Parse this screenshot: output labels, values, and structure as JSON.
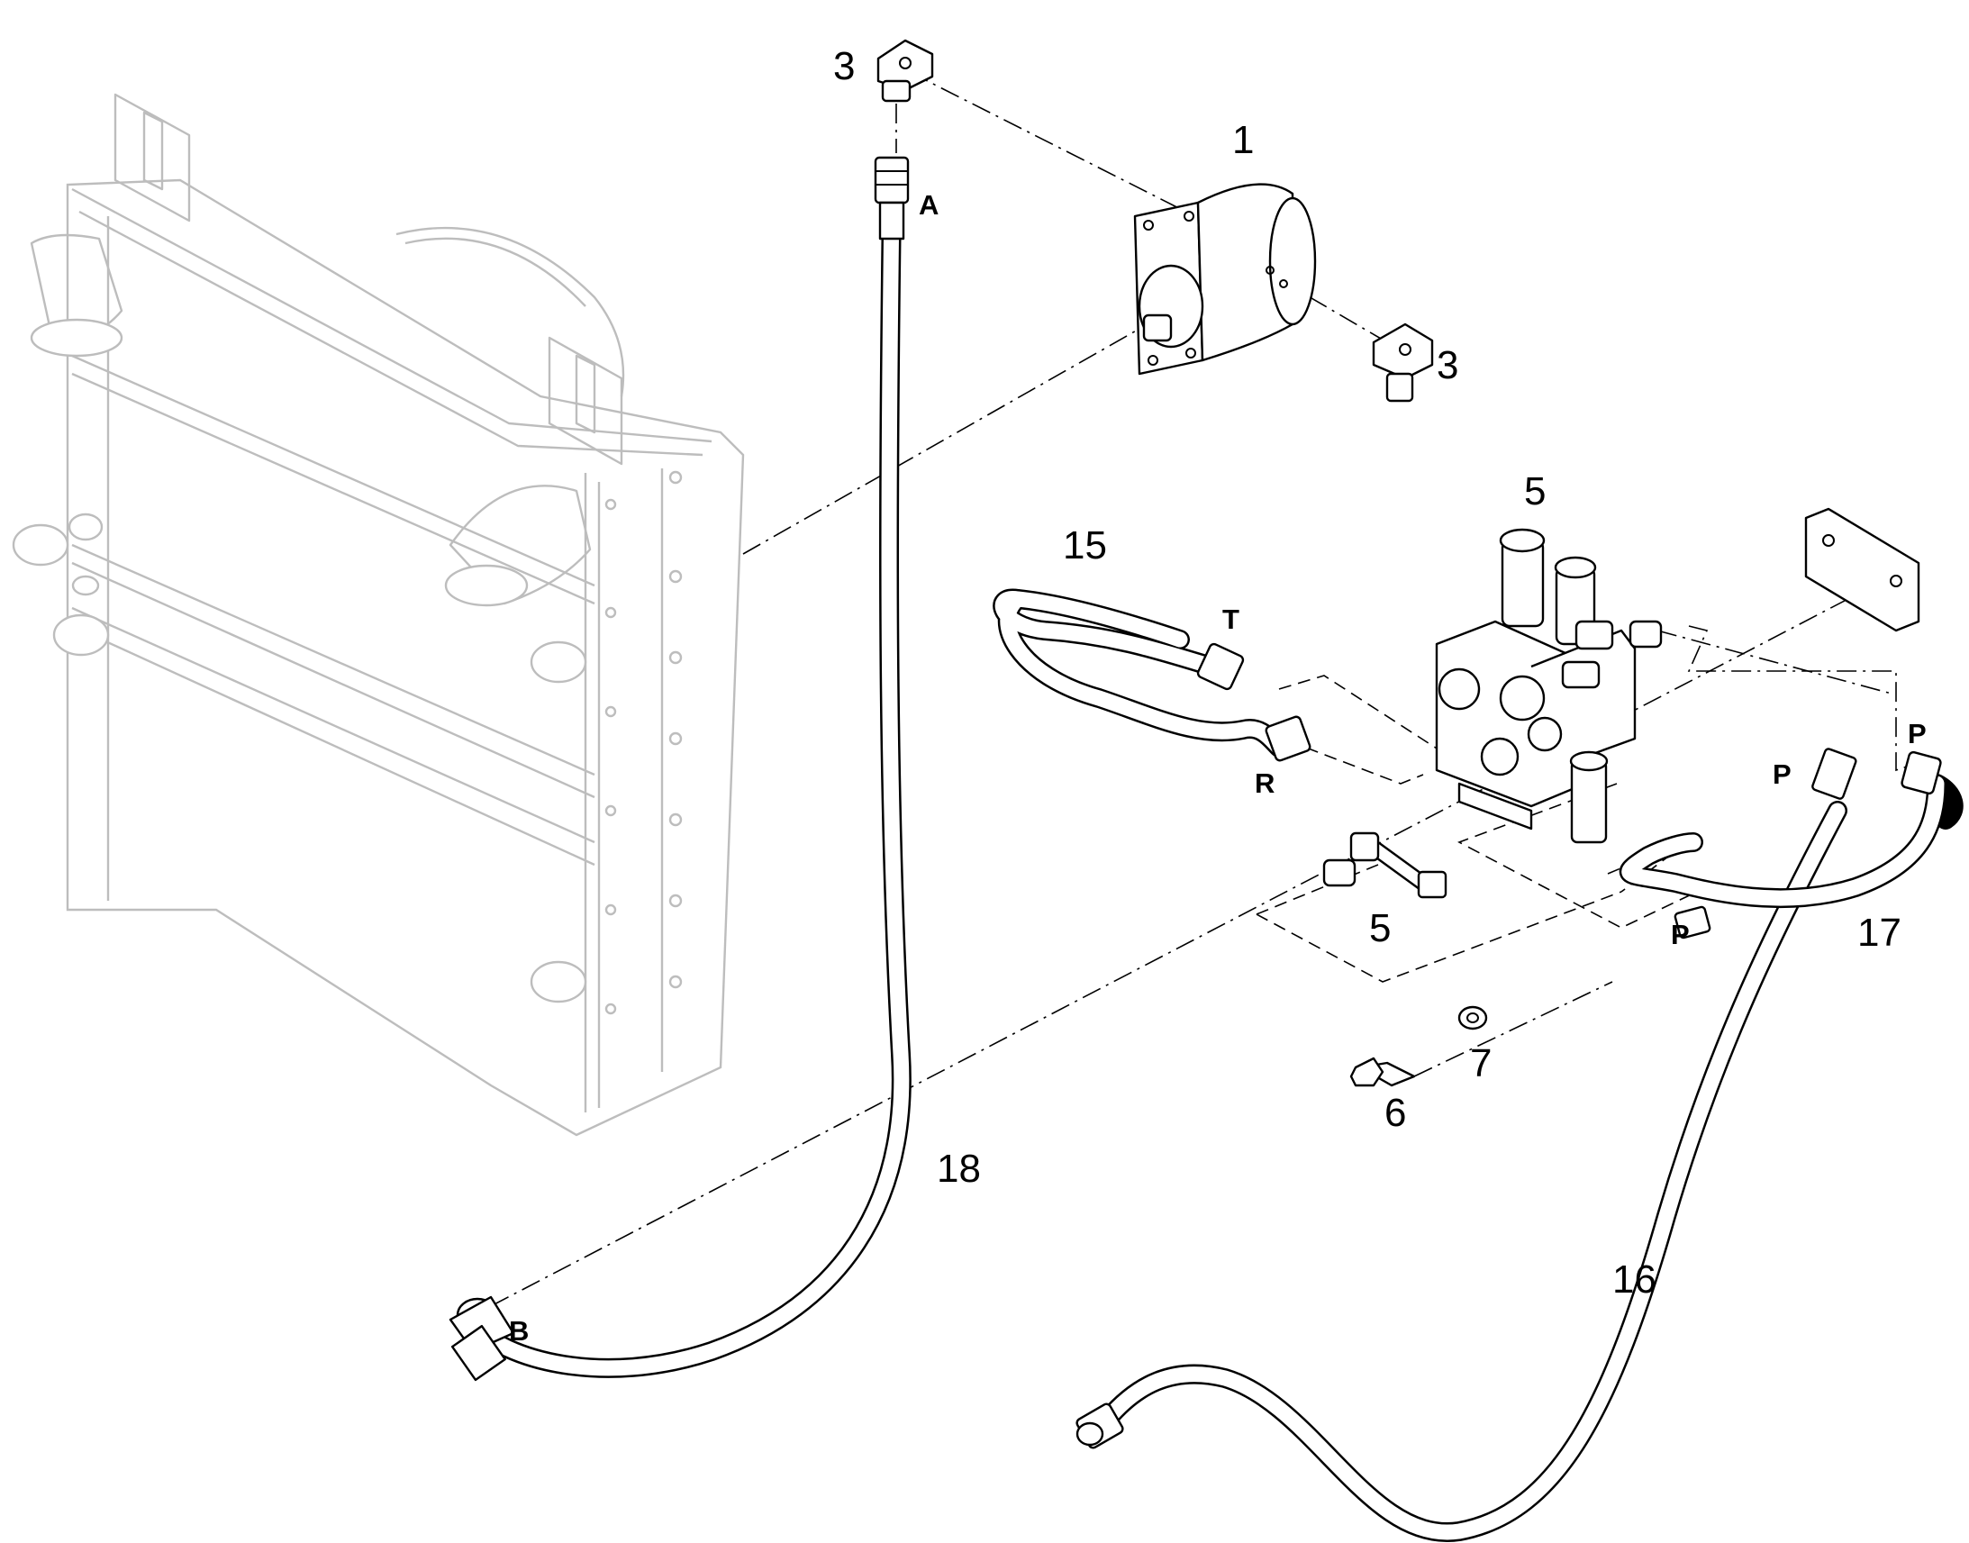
{
  "diagram": {
    "callouts": [
      {
        "id": "motor",
        "text": "1"
      },
      {
        "id": "clamp-top",
        "text": "3"
      },
      {
        "id": "clamp-right",
        "text": "3"
      },
      {
        "id": "valve-block",
        "text": "5"
      },
      {
        "id": "check-valve",
        "text": "5"
      },
      {
        "id": "bolt",
        "text": "6"
      },
      {
        "id": "washer",
        "text": "7"
      },
      {
        "id": "hose-15",
        "text": "15"
      },
      {
        "id": "hose-16",
        "text": "16"
      },
      {
        "id": "hose-17",
        "text": "17"
      },
      {
        "id": "hose-18",
        "text": "18"
      }
    ],
    "ports": [
      {
        "id": "A",
        "text": "A"
      },
      {
        "id": "B",
        "text": "B"
      },
      {
        "id": "T",
        "text": "T"
      },
      {
        "id": "R",
        "text": "R"
      },
      {
        "id": "P1",
        "text": "P"
      },
      {
        "id": "P2",
        "text": "P"
      },
      {
        "id": "P3",
        "text": "P"
      }
    ],
    "colors": {
      "line": "#000000",
      "background_part": "#bdbdbd",
      "paper": "#ffffff"
    }
  }
}
